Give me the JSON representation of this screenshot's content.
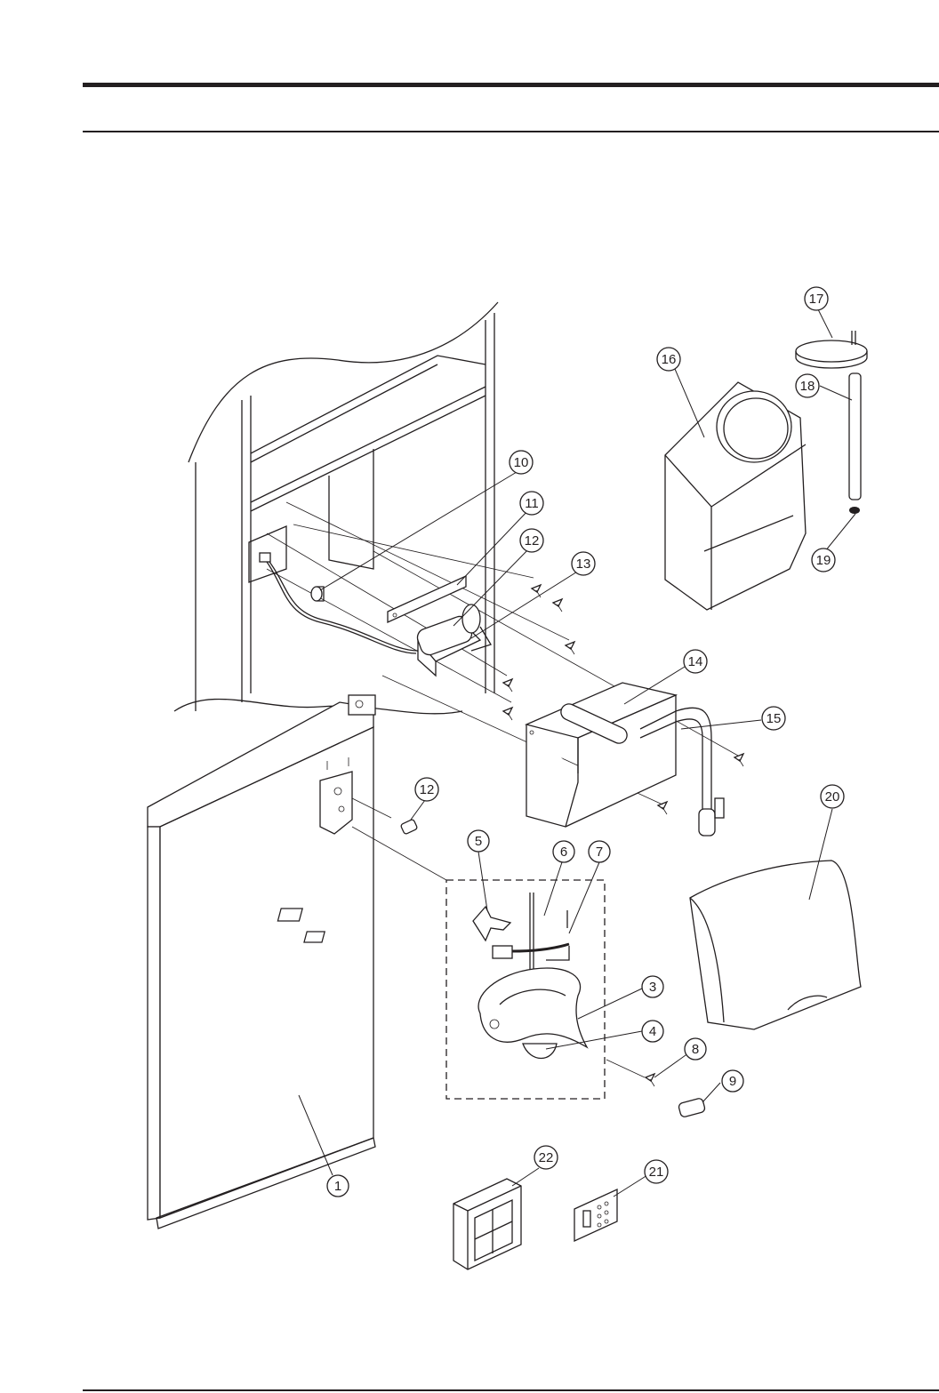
{
  "callouts": [
    {
      "id": "1",
      "label": "1"
    },
    {
      "id": "3",
      "label": "3"
    },
    {
      "id": "4",
      "label": "4"
    },
    {
      "id": "5",
      "label": "5"
    },
    {
      "id": "6",
      "label": "6"
    },
    {
      "id": "7",
      "label": "7"
    },
    {
      "id": "8",
      "label": "8"
    },
    {
      "id": "9",
      "label": "9"
    },
    {
      "id": "10",
      "label": "10"
    },
    {
      "id": "11",
      "label": "11"
    },
    {
      "id": "12a",
      "label": "12"
    },
    {
      "id": "12b",
      "label": "12"
    },
    {
      "id": "13",
      "label": "13"
    },
    {
      "id": "14",
      "label": "14"
    },
    {
      "id": "15",
      "label": "15"
    },
    {
      "id": "16",
      "label": "16"
    },
    {
      "id": "17",
      "label": "17"
    },
    {
      "id": "18",
      "label": "18"
    },
    {
      "id": "19",
      "label": "19"
    },
    {
      "id": "20",
      "label": "20"
    },
    {
      "id": "21",
      "label": "21"
    },
    {
      "id": "22",
      "label": "22"
    }
  ]
}
